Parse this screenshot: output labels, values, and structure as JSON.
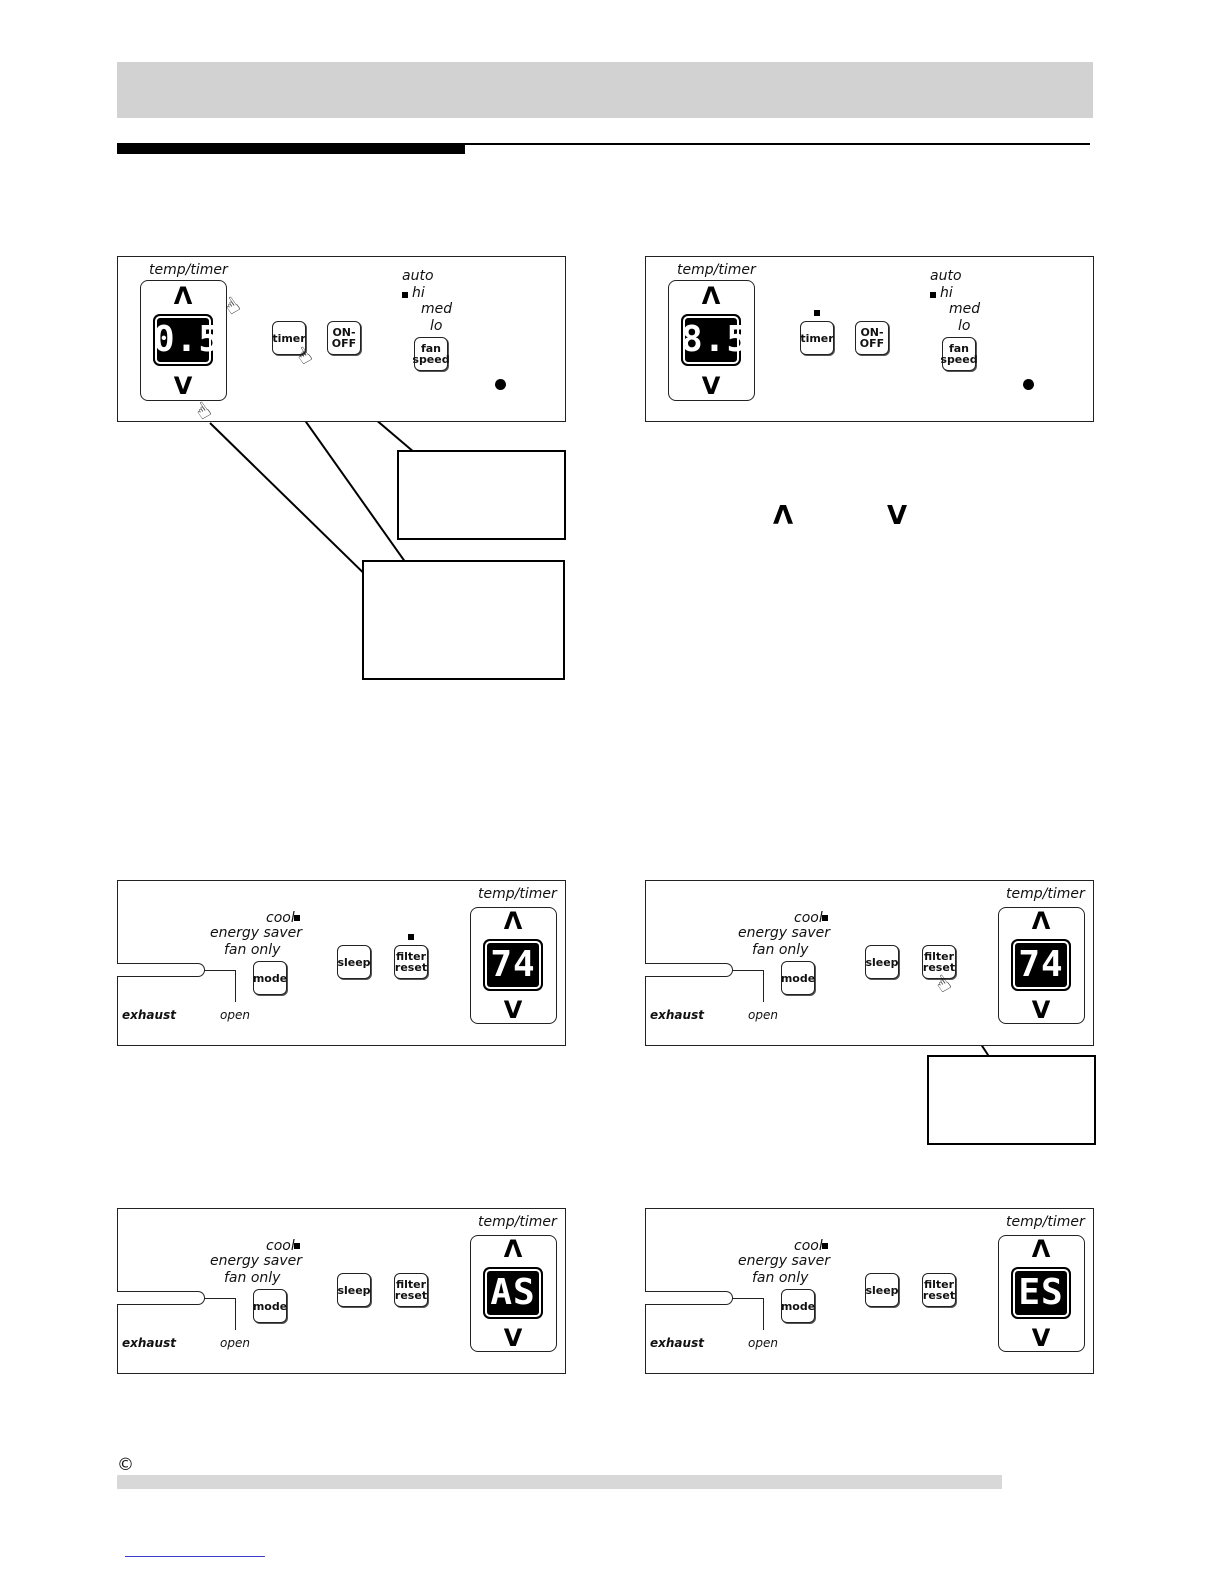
{
  "labels": {
    "temp_timer": "temp/timer",
    "auto": "auto",
    "hi": "hi",
    "med": "med",
    "lo": "lo",
    "cool": "cool",
    "energy_saver": "energy saver",
    "fan_only": "fan only",
    "exhaust": "exhaust",
    "open": "open"
  },
  "buttons": {
    "timer": "timer",
    "on": "ON-",
    "off": "OFF",
    "fan": "fan",
    "speed": "speed",
    "mode": "mode",
    "sleep": "sleep",
    "filter": "filter",
    "reset": "reset"
  },
  "glyphs": {
    "up": "Λ",
    "down": "V",
    "copyright": "©",
    "hand_icon": "pointing-hand"
  },
  "displays": {
    "panel1": "0.5",
    "panel2": "8.5",
    "panel3": "74",
    "panel4": "74",
    "panel5": "AS",
    "panel6": "ES"
  },
  "colors": {
    "header_bar": "#d2d2d2",
    "lcd_background": "#000000",
    "lcd_text": "#ffffff",
    "link_underline": "#3a3ad0"
  }
}
